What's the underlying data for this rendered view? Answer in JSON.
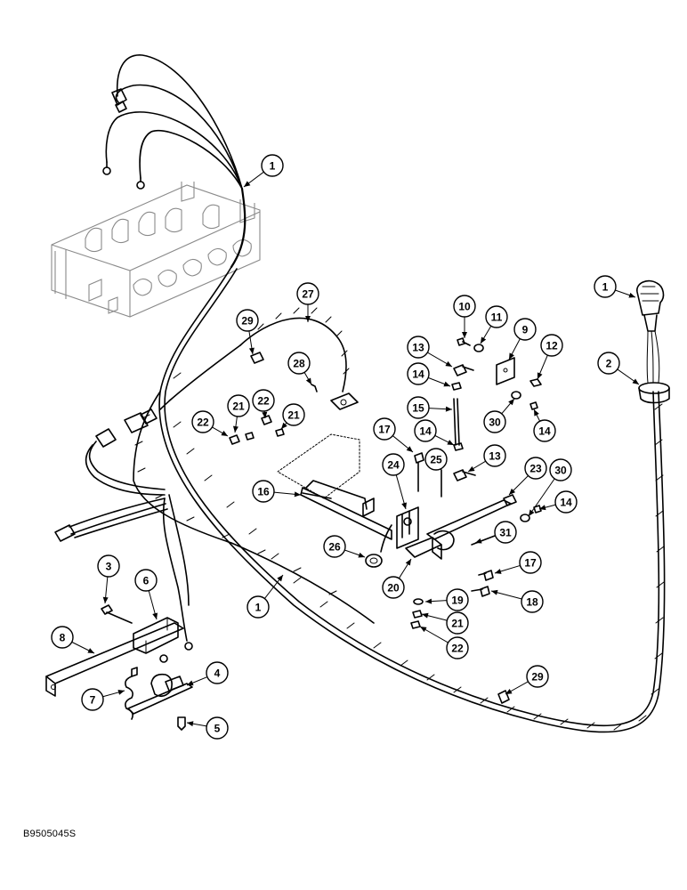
{
  "drawing_code": "B9505045S",
  "callouts": [
    {
      "id": "c1a",
      "label": "1"
    },
    {
      "id": "c1b",
      "label": "1"
    },
    {
      "id": "c1c",
      "label": "1"
    },
    {
      "id": "c2",
      "label": "2"
    },
    {
      "id": "c3",
      "label": "3"
    },
    {
      "id": "c4",
      "label": "4"
    },
    {
      "id": "c5",
      "label": "5"
    },
    {
      "id": "c6",
      "label": "6"
    },
    {
      "id": "c7",
      "label": "7"
    },
    {
      "id": "c8",
      "label": "8"
    },
    {
      "id": "c9",
      "label": "9"
    },
    {
      "id": "c10",
      "label": "10"
    },
    {
      "id": "c11",
      "label": "11"
    },
    {
      "id": "c12",
      "label": "12"
    },
    {
      "id": "c13a",
      "label": "13"
    },
    {
      "id": "c13b",
      "label": "13"
    },
    {
      "id": "c14a",
      "label": "14"
    },
    {
      "id": "c14b",
      "label": "14"
    },
    {
      "id": "c14c",
      "label": "14"
    },
    {
      "id": "c14d",
      "label": "14"
    },
    {
      "id": "c15",
      "label": "15"
    },
    {
      "id": "c16",
      "label": "16"
    },
    {
      "id": "c17a",
      "label": "17"
    },
    {
      "id": "c17b",
      "label": "17"
    },
    {
      "id": "c18",
      "label": "18"
    },
    {
      "id": "c19",
      "label": "19"
    },
    {
      "id": "c20",
      "label": "20"
    },
    {
      "id": "c21a",
      "label": "21"
    },
    {
      "id": "c21b",
      "label": "21"
    },
    {
      "id": "c21c",
      "label": "21"
    },
    {
      "id": "c22a",
      "label": "22"
    },
    {
      "id": "c22b",
      "label": "22"
    },
    {
      "id": "c22c",
      "label": "22"
    },
    {
      "id": "c23",
      "label": "23"
    },
    {
      "id": "c24",
      "label": "24"
    },
    {
      "id": "c25",
      "label": "25"
    },
    {
      "id": "c26",
      "label": "26"
    },
    {
      "id": "c27",
      "label": "27"
    },
    {
      "id": "c28",
      "label": "28"
    },
    {
      "id": "c29a",
      "label": "29"
    },
    {
      "id": "c29b",
      "label": "29"
    },
    {
      "id": "c30a",
      "label": "30"
    },
    {
      "id": "c30b",
      "label": "30"
    },
    {
      "id": "c31",
      "label": "31"
    }
  ]
}
